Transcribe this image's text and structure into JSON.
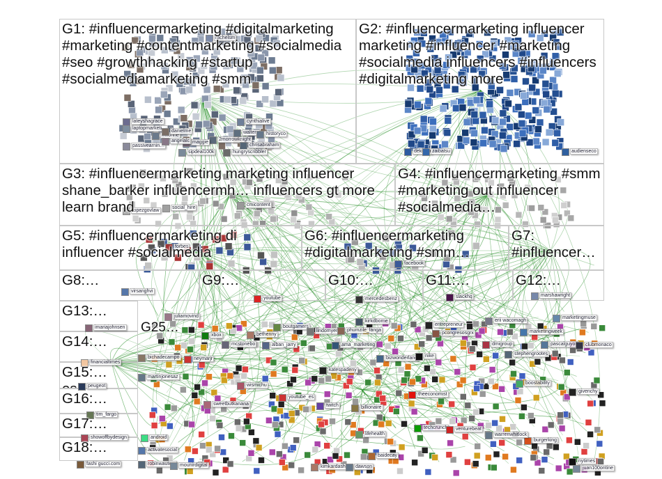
{
  "groups": [
    {
      "id": "g1",
      "label": "G1: #influencermarketing #digitalmarketing #marketing #contentmarketing #socialmedia #seo #growthhacking #startup #socialmediamarketing #smm",
      "color": "#d9d9d9"
    },
    {
      "id": "g2",
      "label": "G2: #influencermarketing influencer marketing #influencer #marketing #socialmedia influencers #influencers #digitalmarketing more",
      "color": "#3a6fb5"
    },
    {
      "id": "g3",
      "label": "G3: #influencermarketing marketing influencer shane_barker influencermh… influencers gt more learn brand",
      "color": "#cccccc"
    },
    {
      "id": "g4",
      "label": "G4: #influencermarketing #smm #marketing out influencer #socialmedia…",
      "color": "#cccccc"
    },
    {
      "id": "g5",
      "label": "G5: #influencermarketing di influencer #socialmedia",
      "color": "#b44"
    },
    {
      "id": "g6",
      "label": "G6: #influencermarketing #digitalmarketing #smm…",
      "color": "#cccccc"
    },
    {
      "id": "g7",
      "label": "G7: #influencer…",
      "color": "#cccccc"
    },
    {
      "id": "g8",
      "label": "G8:…",
      "color": "#cccccc"
    },
    {
      "id": "g9",
      "label": "G9:…",
      "color": "#cccccc"
    },
    {
      "id": "g10",
      "label": "G10:…",
      "color": "#cccccc"
    },
    {
      "id": "g11",
      "label": "G11:…",
      "color": "#cccccc"
    },
    {
      "id": "g12",
      "label": "G12:…",
      "color": "#cccccc"
    },
    {
      "id": "g13",
      "label": "G13:…",
      "color": "#cccccc"
    },
    {
      "id": "g14",
      "label": "G14:…",
      "color": "#cccccc"
    },
    {
      "id": "g15",
      "label": "G15:…es…",
      "color": "#cccccc"
    },
    {
      "id": "g16",
      "label": "G16:…",
      "color": "#cccccc"
    },
    {
      "id": "g17",
      "label": "G17:…",
      "color": "#cccccc"
    },
    {
      "id": "g18",
      "label": "G18:…",
      "color": "#cccccc"
    },
    {
      "id": "g25",
      "label": "G25…",
      "color": "#cccccc"
    }
  ],
  "nodes": [
    {
      "label": "rachelsm",
      "color": "#7c8aa8"
    },
    {
      "label": "cynthialive",
      "color": "#6e7f99"
    },
    {
      "label": "lateyshagrace",
      "color": "#6c6c8f"
    },
    {
      "label": "laptopmarketi…",
      "color": "#7f8fa0"
    },
    {
      "label": "mkonne",
      "color": "#6b7a8c"
    },
    {
      "label": "passivearnin…",
      "color": "#8a8a9a"
    },
    {
      "label": "danielme",
      "color": "#7a6e66"
    },
    {
      "label": "2morrowknight",
      "color": "#5a6a7a"
    },
    {
      "label": "chrisabraham",
      "color": "#556677"
    },
    {
      "label": "hungryscribbler",
      "color": "#6a6a6a"
    },
    {
      "label": "sipdeal100k",
      "color": "#7a8a9a"
    },
    {
      "label": "walters",
      "color": "#5f6f7f"
    },
    {
      "label": "historyco",
      "color": "#66778a"
    },
    {
      "label": "maggie",
      "color": "#776677"
    },
    {
      "label": "angelalc",
      "color": "#887788"
    },
    {
      "label": "deki gar",
      "color": "#2c5aa0"
    },
    {
      "label": "zaibatsu",
      "color": "#3366aa"
    },
    {
      "label": "audienseco",
      "color": "#2f5f9f"
    },
    {
      "label": "cmicontent",
      "color": "#999999"
    },
    {
      "label": "lopezgovlaw",
      "color": "#aaaaaa"
    },
    {
      "label": "social_hire",
      "color": "#a0a0a0"
    },
    {
      "label": "forbes",
      "color": "#a33333"
    },
    {
      "label": "facebook",
      "color": "#3b5998"
    },
    {
      "label": "virsanghvi",
      "color": "#5577aa"
    },
    {
      "label": "youtube",
      "color": "#dd2222"
    },
    {
      "label": "mercedesbenz",
      "color": "#333333"
    },
    {
      "label": "slackhq",
      "color": "#4a154b"
    },
    {
      "label": "marshawright",
      "color": "#7788aa"
    },
    {
      "label": "marketingmuse",
      "color": "#6688aa"
    },
    {
      "label": "imariajohnsen",
      "color": "#886677"
    },
    {
      "label": "juliamovind",
      "color": "#997788"
    },
    {
      "label": "xbox",
      "color": "#107c10"
    },
    {
      "label": "bethenny",
      "color": "#aa7766"
    },
    {
      "label": "boutgamers",
      "color": "#668844"
    },
    {
      "label": "lindomyeni",
      "color": "#777777"
    },
    {
      "label": "phumzile_langa",
      "color": "#886655"
    },
    {
      "label": "kirkdborne",
      "color": "#445566"
    },
    {
      "label": "entrepreneur",
      "color": "#222222"
    },
    {
      "label": "erii wacomagh",
      "color": "#777788"
    },
    {
      "label": "marketingweek",
      "color": "#4477aa"
    },
    {
      "label": "financialtimes",
      "color": "#f2c6a0"
    },
    {
      "label": "bichadecampo",
      "color": "#887766"
    },
    {
      "label": "neymarjr",
      "color": "#cc3333"
    },
    {
      "label": "mcstonebo",
      "color": "#666677"
    },
    {
      "label": "alban_jarry",
      "color": "#556688"
    },
    {
      "label": "ama_marketing",
      "color": "#335577"
    },
    {
      "label": "pcongresosgrx",
      "color": "#885544"
    },
    {
      "label": "pascalguyon",
      "color": "#557799"
    },
    {
      "label": "clubmonaco",
      "color": "#333344"
    },
    {
      "label": "dmigroup",
      "color": "#aa3344"
    },
    {
      "label": "martinjonesaz",
      "color": "#667788"
    },
    {
      "label": "wismichu",
      "color": "#aa5566"
    },
    {
      "label": "katespadeny",
      "color": "#222222"
    },
    {
      "label": "bizwonderland",
      "color": "#446688"
    },
    {
      "label": "nike",
      "color": "#111111"
    },
    {
      "label": "stephengrootes",
      "color": "#556677"
    },
    {
      "label": "peugeot",
      "color": "#2a3a5a"
    },
    {
      "label": "tim_fargo",
      "color": "#667755"
    },
    {
      "label": "youtube_es",
      "color": "#cc3333"
    },
    {
      "label": "sweetbutkanana",
      "color": "#aa6677"
    },
    {
      "label": "theeconomist",
      "color": "#e3120b"
    },
    {
      "label": "boostability",
      "color": "#44aa66"
    },
    {
      "label": "givenchy",
      "color": "#222222"
    },
    {
      "label": "showoffbydesign",
      "color": "#aa4455"
    },
    {
      "label": "android",
      "color": "#3ddc84"
    },
    {
      "label": "activatesocial",
      "color": "#5577aa"
    },
    {
      "label": "twitch",
      "color": "#6441a5"
    },
    {
      "label": "billionaire",
      "color": "#887744"
    },
    {
      "label": "lifehealth",
      "color": "#669966"
    },
    {
      "label": "techcrunch",
      "color": "#0a9e01"
    },
    {
      "label": "venturebeat",
      "color": "#cc2222"
    },
    {
      "label": "burgerking",
      "color": "#d6501c"
    },
    {
      "label": "warrenwhitlock",
      "color": "#667788"
    },
    {
      "label": "fashi gucci.com",
      "color": "#7a5a3a"
    },
    {
      "label": "robinwauters",
      "color": "#556677"
    },
    {
      "label": "mounirdigital",
      "color": "#778899"
    },
    {
      "label": "kimkardashian",
      "color": "#aa7766"
    },
    {
      "label": "dawson",
      "color": "#667788"
    },
    {
      "label": "baidecay",
      "color": "#aa6633"
    },
    {
      "label": "nytimes",
      "color": "#111111"
    },
    {
      "label": "juan100ontine",
      "color": "#778899"
    }
  ]
}
